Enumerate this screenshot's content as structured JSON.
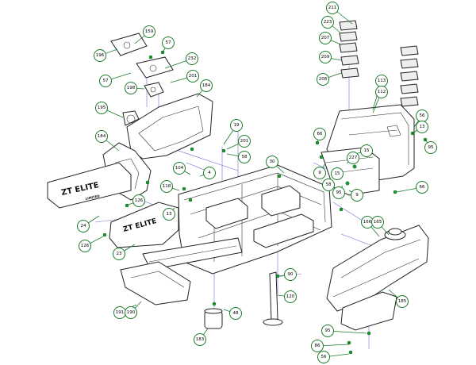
{
  "decals": {
    "brand": "ZT ELITE",
    "edition": "LIMITED"
  },
  "callouts": [
    {
      "id": "c211",
      "label": "211"
    },
    {
      "id": "c223",
      "label": "223"
    },
    {
      "id": "c207",
      "label": "207"
    },
    {
      "id": "c209",
      "label": "209"
    },
    {
      "id": "c208",
      "label": "208"
    },
    {
      "id": "c113",
      "label": "113"
    },
    {
      "id": "c112",
      "label": "112"
    },
    {
      "id": "c56a",
      "label": "56"
    },
    {
      "id": "c13a",
      "label": "13"
    },
    {
      "id": "c95a",
      "label": "95"
    },
    {
      "id": "c159",
      "label": "159"
    },
    {
      "id": "c57a",
      "label": "57"
    },
    {
      "id": "c196",
      "label": "196"
    },
    {
      "id": "c232",
      "label": "232"
    },
    {
      "id": "c57b",
      "label": "57"
    },
    {
      "id": "c198",
      "label": "198"
    },
    {
      "id": "c201a",
      "label": "201"
    },
    {
      "id": "c184a",
      "label": "184"
    },
    {
      "id": "c195",
      "label": "195"
    },
    {
      "id": "c184b",
      "label": "184"
    },
    {
      "id": "c19",
      "label": "19"
    },
    {
      "id": "c201b",
      "label": "201"
    },
    {
      "id": "c58a",
      "label": "58"
    },
    {
      "id": "c30",
      "label": "30"
    },
    {
      "id": "c104",
      "label": "104"
    },
    {
      "id": "c4",
      "label": "4"
    },
    {
      "id": "c66a",
      "label": "66"
    },
    {
      "id": "c9a",
      "label": "9"
    },
    {
      "id": "c15a",
      "label": "15"
    },
    {
      "id": "c227",
      "label": "227"
    },
    {
      "id": "c15b",
      "label": "15"
    },
    {
      "id": "c58b",
      "label": "58"
    },
    {
      "id": "c95b",
      "label": "95"
    },
    {
      "id": "c9b",
      "label": "9"
    },
    {
      "id": "c66b",
      "label": "66"
    },
    {
      "id": "c118",
      "label": "118"
    },
    {
      "id": "c126a",
      "label": "126"
    },
    {
      "id": "c13b",
      "label": "13"
    },
    {
      "id": "c24",
      "label": "24"
    },
    {
      "id": "c126b",
      "label": "126"
    },
    {
      "id": "c23",
      "label": "23"
    },
    {
      "id": "c166",
      "label": "166"
    },
    {
      "id": "c165",
      "label": "165"
    },
    {
      "id": "c90",
      "label": "90"
    },
    {
      "id": "c120",
      "label": "120"
    },
    {
      "id": "c185",
      "label": "185"
    },
    {
      "id": "c191",
      "label": "191"
    },
    {
      "id": "c190",
      "label": "190"
    },
    {
      "id": "c48",
      "label": "48"
    },
    {
      "id": "c183",
      "label": "183"
    },
    {
      "id": "c95c",
      "label": "95"
    },
    {
      "id": "c86",
      "label": "86"
    },
    {
      "id": "c56b",
      "label": "56"
    }
  ]
}
